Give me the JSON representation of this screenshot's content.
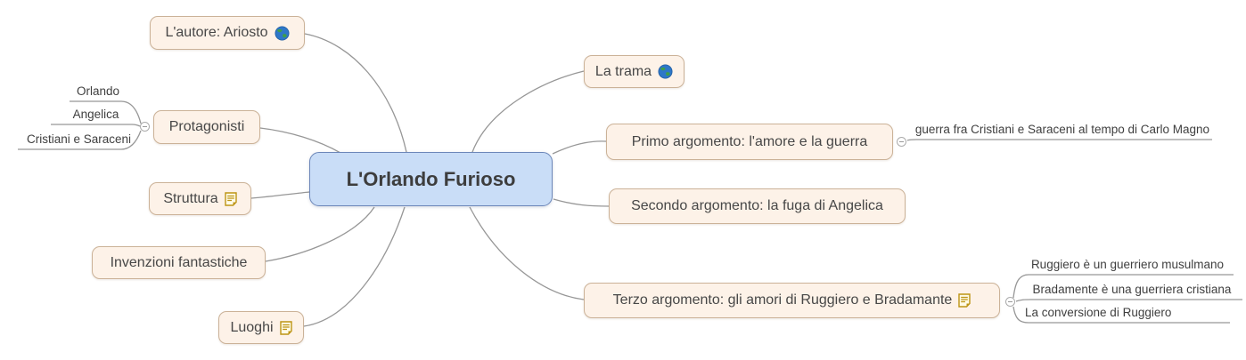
{
  "app": "mind-map-canvas",
  "central": {
    "label": "L'Orlando Furioso"
  },
  "nodes": {
    "autore": {
      "label": "L'autore: Ariosto",
      "icon": "globe-icon"
    },
    "trama": {
      "label": "La trama",
      "icon": "globe-icon"
    },
    "protagonisti": {
      "label": "Protagonisti",
      "children": [
        "Orlando",
        "Angelica",
        "Cristiani e Saraceni"
      ]
    },
    "primo": {
      "label": "Primo argomento: l'amore e la guerra",
      "children": [
        "guerra fra Cristiani e Saraceni al tempo di Carlo Magno"
      ]
    },
    "struttura": {
      "label": "Struttura",
      "icon": "note-icon"
    },
    "secondo": {
      "label": "Secondo argomento: la fuga di Angelica"
    },
    "invenzioni": {
      "label": "Invenzioni fantastiche"
    },
    "terzo": {
      "label": "Terzo argomento: gli amori di Ruggiero e Bradamante",
      "icon": "note-icon",
      "children": [
        "Ruggiero è un guerriero musulmano",
        "Bradamente è una guerriera cristiana",
        "La conversione di Ruggiero"
      ]
    },
    "luoghi": {
      "label": "Luoghi",
      "icon": "note-icon"
    }
  },
  "colors": {
    "central_fill": "#c9ddf7",
    "central_border": "#6c87b9",
    "node_fill": "#fdf2e8",
    "node_border": "#cbb298",
    "connector": "#979797",
    "text": "#474747",
    "note_icon_gold": "#bd9414",
    "globe_icon_blue": "#2e77c8",
    "globe_icon_green": "#3f9e49"
  }
}
